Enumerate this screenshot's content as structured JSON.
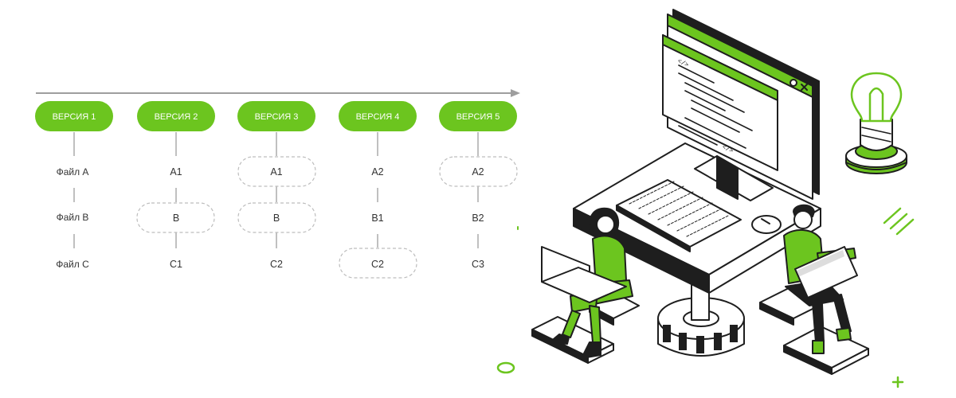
{
  "colors": {
    "accent": "#6cc51f",
    "line": "#9e9e9e",
    "text": "#333333",
    "dash": "#bdbdbd",
    "ink": "#1e1e1e"
  },
  "versions": [
    {
      "label": "ВЕРСИЯ 1",
      "cells": [
        {
          "text": "Файл A",
          "changed": false
        },
        {
          "text": "Файл B",
          "changed": false
        },
        {
          "text": "Файл C",
          "changed": false
        }
      ]
    },
    {
      "label": "ВЕРСИЯ 2",
      "cells": [
        {
          "text": "A1",
          "changed": false
        },
        {
          "text": "B",
          "changed": true
        },
        {
          "text": "C1",
          "changed": false
        }
      ]
    },
    {
      "label": "ВЕРСИЯ 3",
      "cells": [
        {
          "text": "A1",
          "changed": true
        },
        {
          "text": "B",
          "changed": true
        },
        {
          "text": "C2",
          "changed": false
        }
      ]
    },
    {
      "label": "ВЕРСИЯ 4",
      "cells": [
        {
          "text": "A2",
          "changed": false
        },
        {
          "text": "B1",
          "changed": false
        },
        {
          "text": "C2",
          "changed": true
        }
      ]
    },
    {
      "label": "ВЕРСИЯ 5",
      "cells": [
        {
          "text": "A2",
          "changed": true
        },
        {
          "text": "B2",
          "changed": false
        },
        {
          "text": "C3",
          "changed": false
        }
      ]
    }
  ],
  "illustration": {
    "monitor_icon": "code-window-icon",
    "lightbulb_icon": "lightbulb-icon",
    "gear_icon": "gear-icon",
    "people": [
      "woman-with-laptop",
      "man-with-laptop"
    ]
  }
}
